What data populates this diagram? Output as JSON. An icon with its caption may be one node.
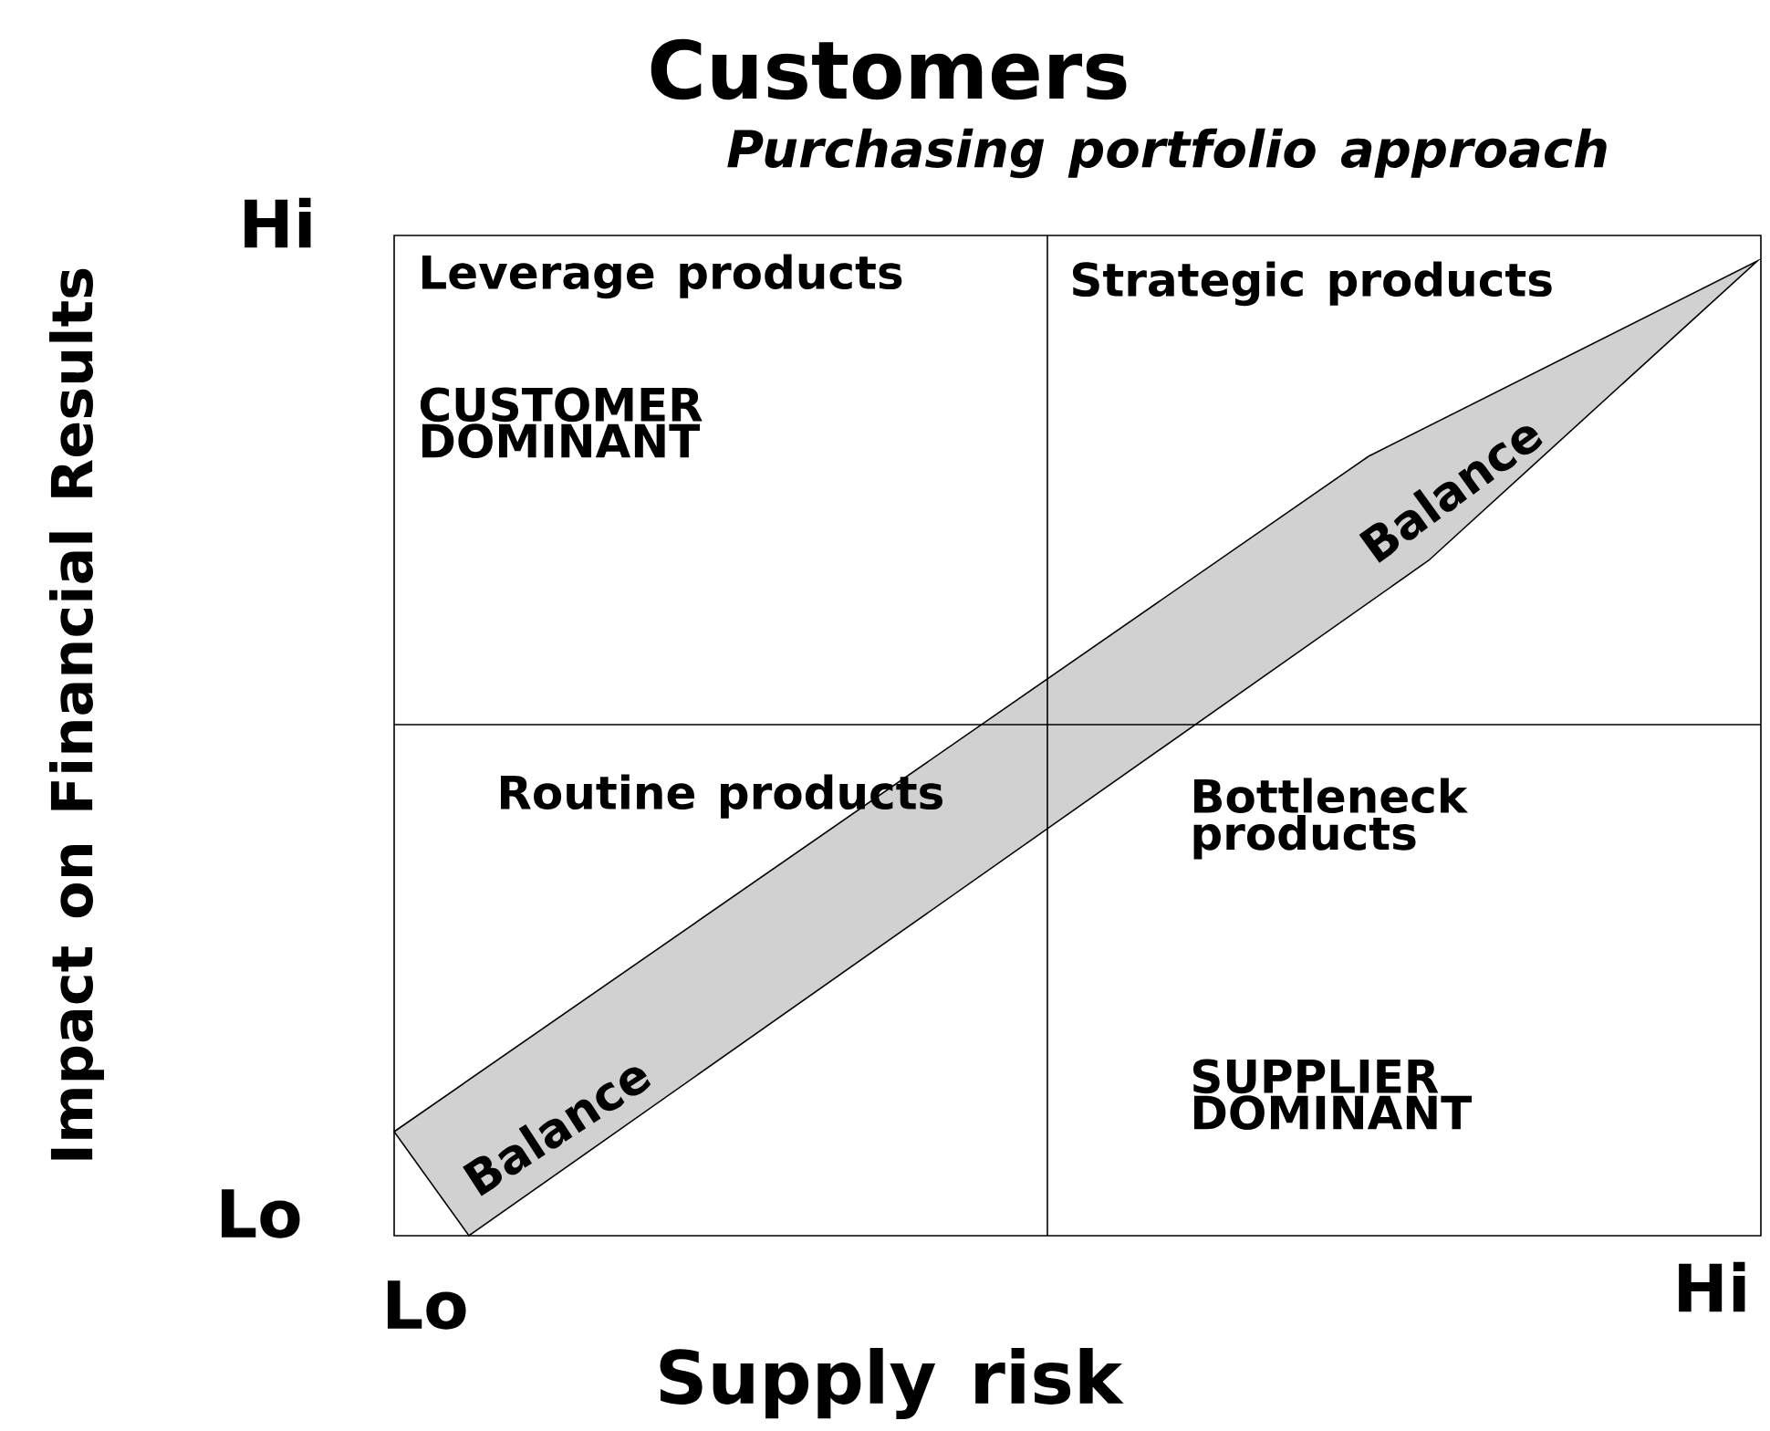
{
  "diagram": {
    "title": "Customers",
    "nodes": [
      {
        "text": [
          "Balance",
          "Balance"
        ]
      }
    ],
    "labels": [
      "Purchasing portfolio approach",
      "Impact on Financial Results",
      "Hi",
      "Leverage products",
      "Strategic products",
      "CUSTOMER DOMINANT",
      "Routine products",
      "Bottleneck products",
      "SUPPLIER DOMINANT",
      "Lo",
      "Lo",
      "Hi",
      "Supply risk"
    ]
  }
}
